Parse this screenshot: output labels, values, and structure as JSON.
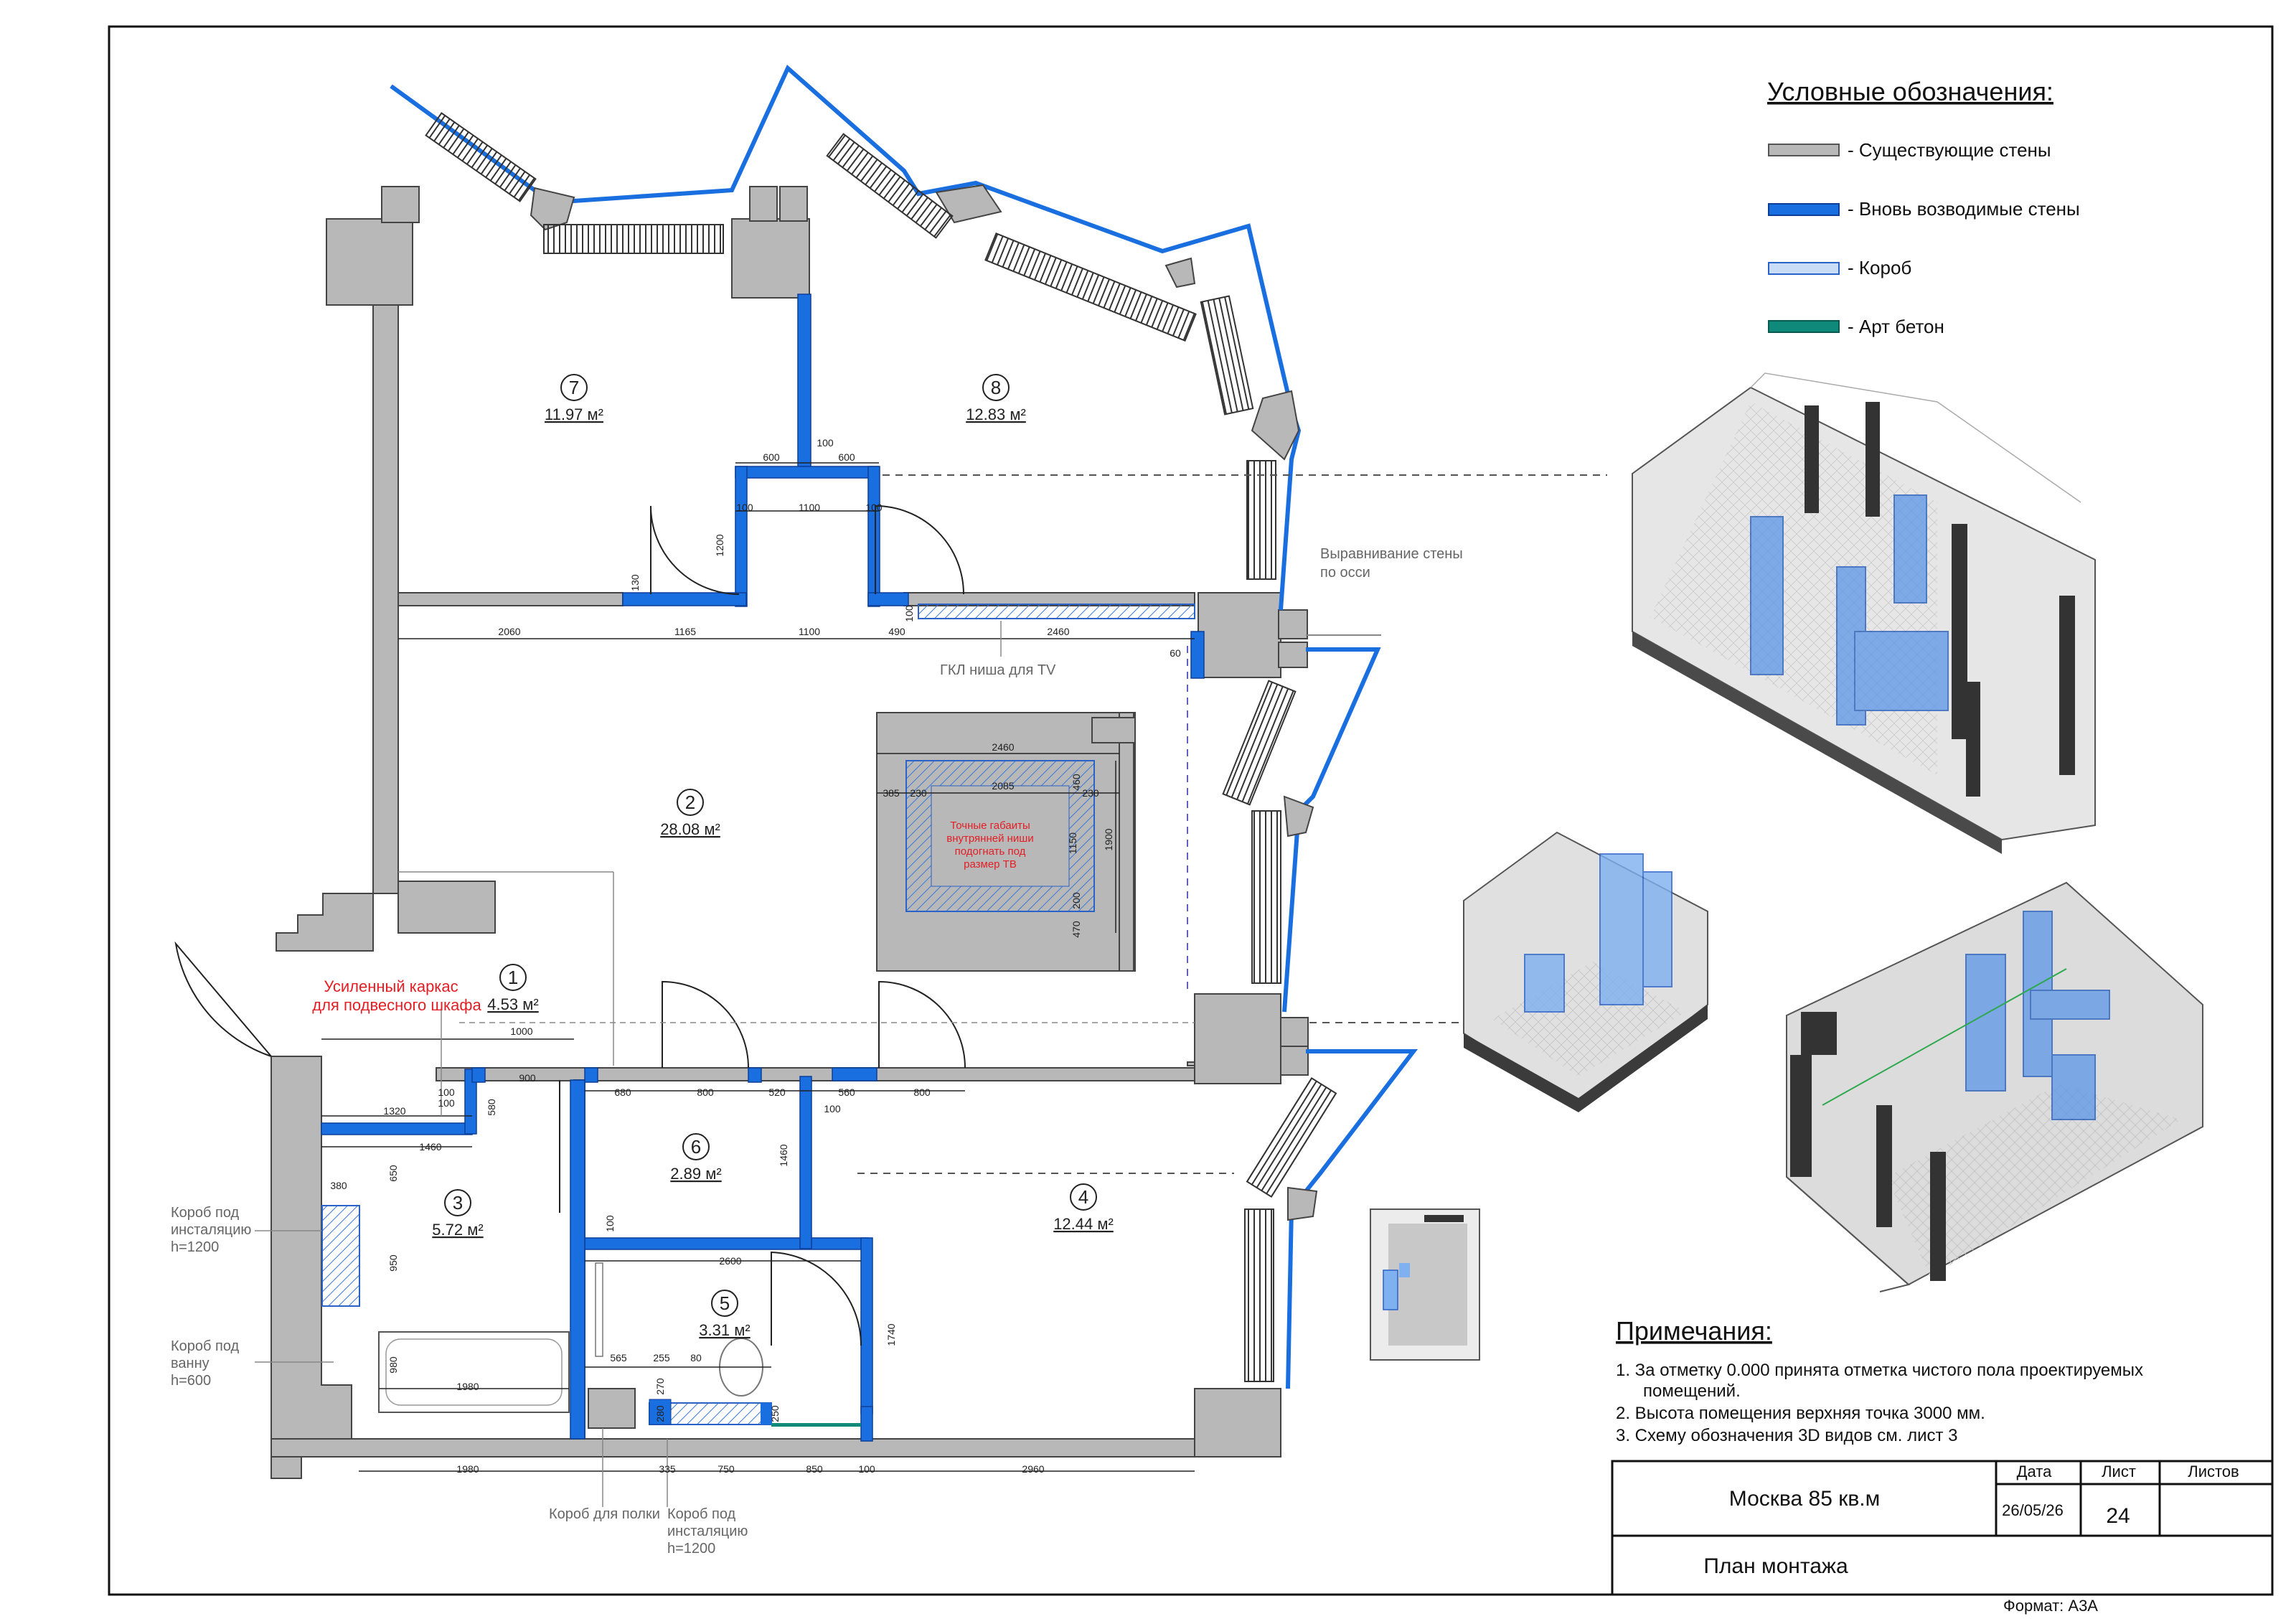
{
  "legend": {
    "title": "Условные обозначения:",
    "items": [
      {
        "label": "- Существующие стены",
        "color": "#b8b8b8",
        "stroke": "#555555"
      },
      {
        "label": "- Вновь возводимые стены",
        "color": "#1a6fe0",
        "stroke": "#0d3f99"
      },
      {
        "label": "- Короб",
        "color": "#c9ddf6",
        "stroke": "#2a62c7"
      },
      {
        "label": "- Арт бетон",
        "color": "#0f8a7a",
        "stroke": "#0a5a50"
      }
    ]
  },
  "rooms": [
    {
      "num": "7",
      "area": "11.97 м²"
    },
    {
      "num": "8",
      "area": "12.83 м²"
    },
    {
      "num": "2",
      "area": "28.08 м²"
    },
    {
      "num": "1",
      "area": "4.53 м²"
    },
    {
      "num": "3",
      "area": "5.72 м²"
    },
    {
      "num": "6",
      "area": "2.89 м²"
    },
    {
      "num": "4",
      "area": "12.44 м²"
    },
    {
      "num": "5",
      "area": "3.31 м²"
    }
  ],
  "annotations": {
    "wall_align": [
      "Выравнивание стены",
      "по осси"
    ],
    "tv_niche": "ГКЛ ниша для TV",
    "tv_note": [
      "Точные габаиты",
      "внутрянней ниши",
      "подогнать под",
      "размер ТВ"
    ],
    "reinforced": [
      "Усиленный каркас",
      "для подвесного шкафа"
    ],
    "box_install_left": [
      "Короб под",
      "инсталяцию",
      "h=1200"
    ],
    "box_bath": [
      "Короб под",
      "ванну",
      "h=600"
    ],
    "box_shelf": "Короб для полки",
    "box_install_bottom": [
      "Короб под",
      "инсталяцию",
      "h=1200"
    ]
  },
  "dims": {
    "d100a": "100",
    "d600a": "600",
    "d600b": "600",
    "d1100a": "1100",
    "d100b": "100",
    "d100c": "100",
    "d1200": "1200",
    "d130": "130",
    "d2060": "2060",
    "d1165": "1165",
    "d1100b": "1100",
    "d490": "490",
    "d2460a": "2460",
    "d60": "60",
    "d100d": "100",
    "d2460b": "2460",
    "d385": "385",
    "d230a": "230",
    "d2085": "2085",
    "d460": "460",
    "d230b": "230",
    "d1150": "1150",
    "d1900": "1900",
    "d200": "200",
    "d470": "470",
    "d1000": "1000",
    "d900": "900",
    "d1320": "1320",
    "d100e": "100",
    "d100f": "100",
    "d580": "580",
    "d1460a": "1460",
    "d680": "680",
    "d800a": "800",
    "d520": "520",
    "d560": "560",
    "d800b": "800",
    "d100g": "100",
    "d380": "380",
    "d650": "650",
    "d950": "950",
    "d1460b": "1460",
    "d100h": "100",
    "d2600": "2600",
    "d1740": "1740",
    "d980": "980",
    "d1980a": "1980",
    "d565": "565",
    "d255": "255",
    "d80": "80",
    "d270": "270",
    "d280": "280",
    "d250": "250",
    "d1980b": "1980",
    "d335": "335",
    "d750": "750",
    "d850": "850",
    "d100i": "100",
    "d2960": "2960"
  },
  "notes": {
    "title": "Примечания:",
    "items": [
      [
        "1.  За отметку 0.000 принята отметка чистого пола проектируемых",
        "помещений."
      ],
      [
        "2.  Высота помещения верхняя точка 3000 мм."
      ],
      [
        "3.  Схему обозначения 3D видов см. лист 3"
      ]
    ]
  },
  "title_block": {
    "project": "Москва 85 кв.м",
    "sheet_name": "План монтажа",
    "date_label": "Дата",
    "date": "26/05/26",
    "sheet_label": "Лист",
    "sheet": "24",
    "sheets_label": "Листов",
    "format": "Формат: А3А"
  }
}
